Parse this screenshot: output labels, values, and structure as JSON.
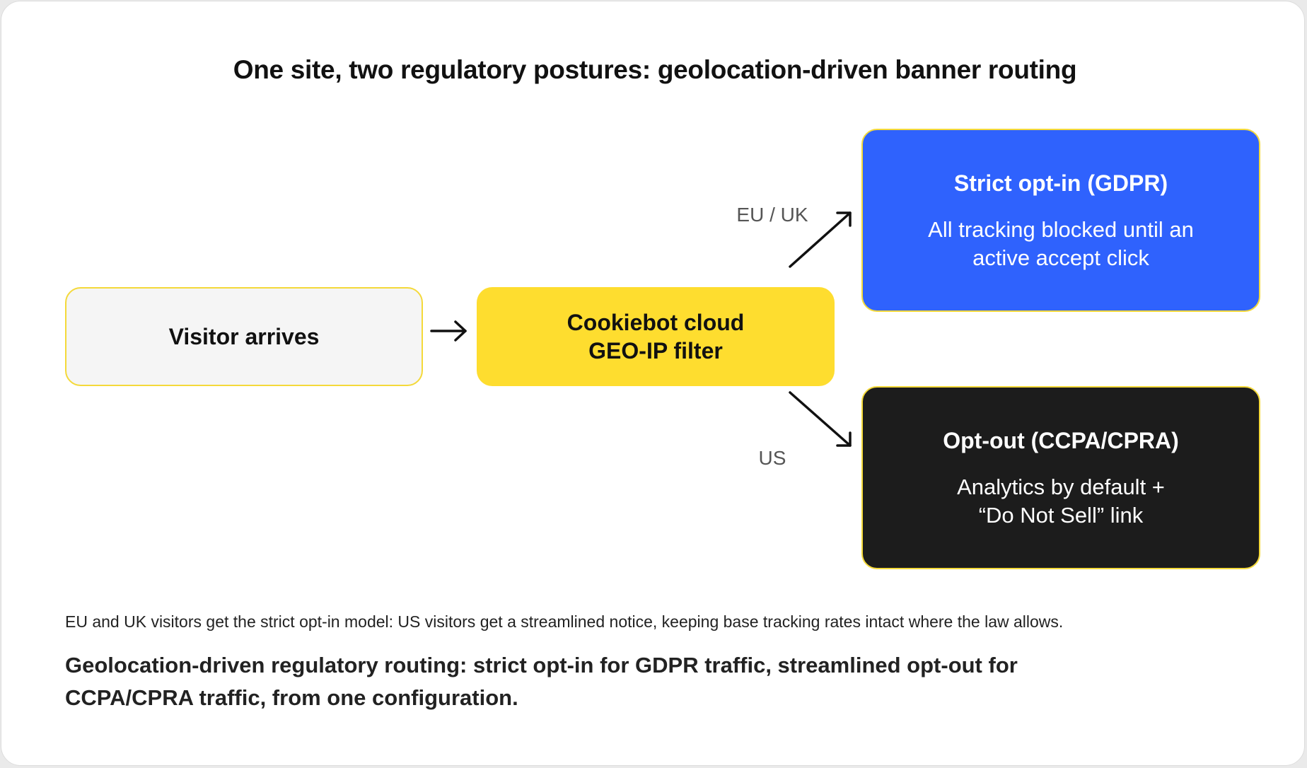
{
  "title": "One site, two regulatory postures: geolocation-driven banner routing",
  "nodes": {
    "visitor": {
      "label": "Visitor arrives"
    },
    "filter": {
      "label": "Cookiebot cloud\nGEO-IP filter"
    },
    "gdpr": {
      "label": "Strict opt-in (GDPR)",
      "description": "All tracking blocked until an\nactive accept click"
    },
    "ccpa": {
      "label": "Opt-out (CCPA/CPRA)",
      "description": "Analytics by default +\n“Do Not Sell” link"
    }
  },
  "routes": {
    "eu": "EU / UK",
    "us": "US"
  },
  "note": "EU and UK visitors get the strict opt-in model: US visitors get a streamlined notice, keeping base tracking rates intact where the law allows.",
  "caption": "Geolocation-driven regulatory routing: strict opt-in for GDPR traffic, streamlined opt-out for CCPA/CPRA traffic, from one configuration.",
  "colors": {
    "filter": "#fedd2f",
    "gdpr": "#2f62fd",
    "ccpa": "#1c1c1c",
    "visitor": "#f5f5f5",
    "border": "#f4d93a"
  }
}
